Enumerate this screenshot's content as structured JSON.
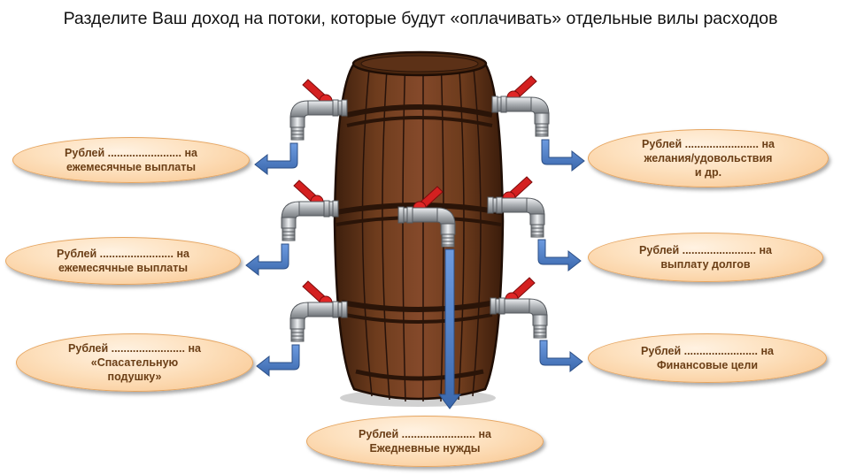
{
  "title": "Разделите Ваш доход на потоки, которые будут «оплачивать» отдельные вилы расходов",
  "colors": {
    "arrow": "#4f7fc4",
    "arrow_outline": "#2c4f86",
    "ellipse_fill": "#fde0bd",
    "ellipse_text": "#6b3f17",
    "barrel_wood": "#6b3a1e",
    "barrel_dark": "#3a1e0c",
    "faucet_handle": "#d42020",
    "faucet_metal": "#b9bcbf"
  },
  "icons": [
    "barrel-icon",
    "faucet-icon",
    "bent-arrow-icon",
    "down-arrow-icon"
  ],
  "streams": {
    "left_top": {
      "line1": "Рублей  ........................ на",
      "line2": "ежемесячные выплаты"
    },
    "left_mid": {
      "line1": "Рублей  ........................ на",
      "line2": "ежемесячные выплаты"
    },
    "left_bot": {
      "line1": "Рублей  ........................ на",
      "line2": "«Спасательную",
      "line3": "подушку»"
    },
    "right_top": {
      "line1": "Рублей  ........................ на",
      "line2": "желания/удовольствия",
      "line3": "и др."
    },
    "right_mid": {
      "line1": "Рублей  ........................ на",
      "line2": "выплату долгов"
    },
    "right_bot": {
      "line1": "Рублей  ........................ на",
      "line2": "Финансовые цели"
    },
    "bottom": {
      "line1": "Рублей  ........................ на",
      "line2": "Ежедневные нужды"
    }
  }
}
